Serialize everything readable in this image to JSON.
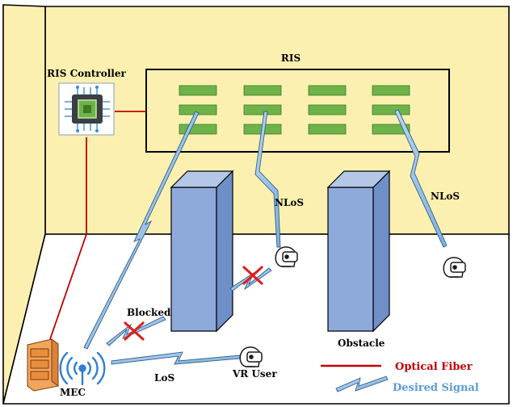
{
  "labels": {
    "ris": "RIS",
    "ris_controller": "RIS Controller",
    "nlos_1": "NLoS",
    "nlos_2": "NLoS",
    "blocked": "Blocked",
    "los": "LoS",
    "obstacle": "Obstacle",
    "vr_user": "VR User",
    "mec": "MEC"
  },
  "legend": {
    "optical_fiber": "Optical Fiber",
    "desired_signal": "Desired Signal"
  },
  "colors": {
    "wall": "#fcf0b0",
    "floor": "#ffffff",
    "ris_element": "#6db34a",
    "obstacle_front": "#8eaadb",
    "obstacle_side": "#6f8fc8",
    "obstacle_top": "#b4c7e7",
    "signal": "#9dc3e6",
    "fiber": "#c00000",
    "blocked_x": "#e02020",
    "legend_fiber_text": "#c00000",
    "legend_signal_text": "#5b9bd5"
  }
}
